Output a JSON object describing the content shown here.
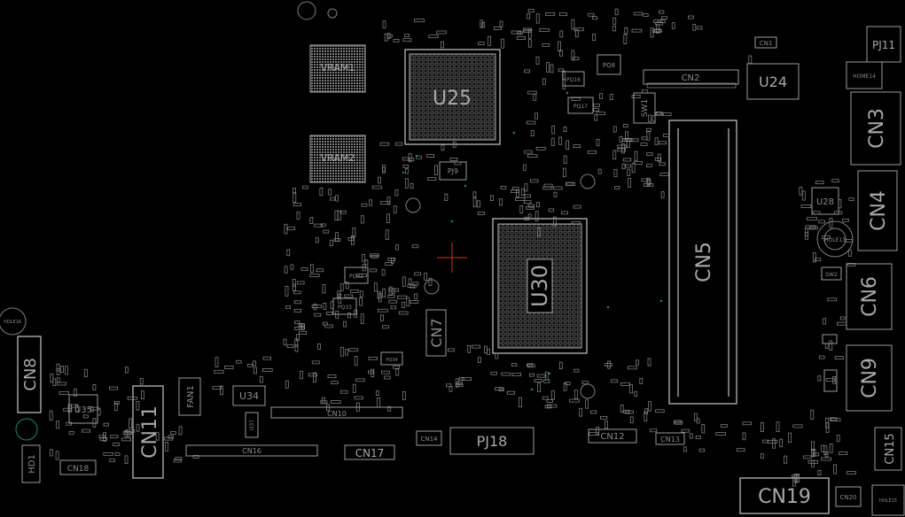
{
  "board": {
    "background": "#000000",
    "outline_color": "#9a9a9a",
    "fiducial_color": "#1f8a5c",
    "marker_color": "#c0392b"
  },
  "refdes": {
    "vram1": "VRAM1",
    "vram2": "VRAM2",
    "u25": "U25",
    "u30": "U30",
    "u24": "U24",
    "u28": "U28",
    "u34": "U34",
    "u35": "U35",
    "u37": "U37",
    "cn1": "CN1",
    "cn2": "CN2",
    "cn3": "CN3",
    "cn4": "CN4",
    "cn5": "CN5",
    "cn6": "CN6",
    "cn7": "CN7",
    "cn8": "CN8",
    "cn9": "CN9",
    "cn10": "CN10",
    "cn11": "CN11",
    "cn12": "CN12",
    "cn13": "CN13",
    "cn14": "CN14",
    "cn15": "CN15",
    "cn16": "CN16",
    "cn17": "CN17",
    "cn18": "CN18",
    "cn19": "CN19",
    "cn20": "CN20",
    "pj11": "PJ11",
    "pj18": "PJ18",
    "pj9": "PJ9",
    "pq16": "PQ16",
    "pq17": "PQ17",
    "pq8": "PQ8",
    "pq32": "PQ32",
    "pq33": "PQ33",
    "pq34": "PQ34",
    "sw1": "SW1",
    "sw2": "SW2",
    "fan1": "FAN1",
    "hd1": "HD1",
    "hole13": "HOLE13",
    "hole14": "HOME14",
    "hole15": "HOLE15",
    "hole16": "HOLE16"
  }
}
